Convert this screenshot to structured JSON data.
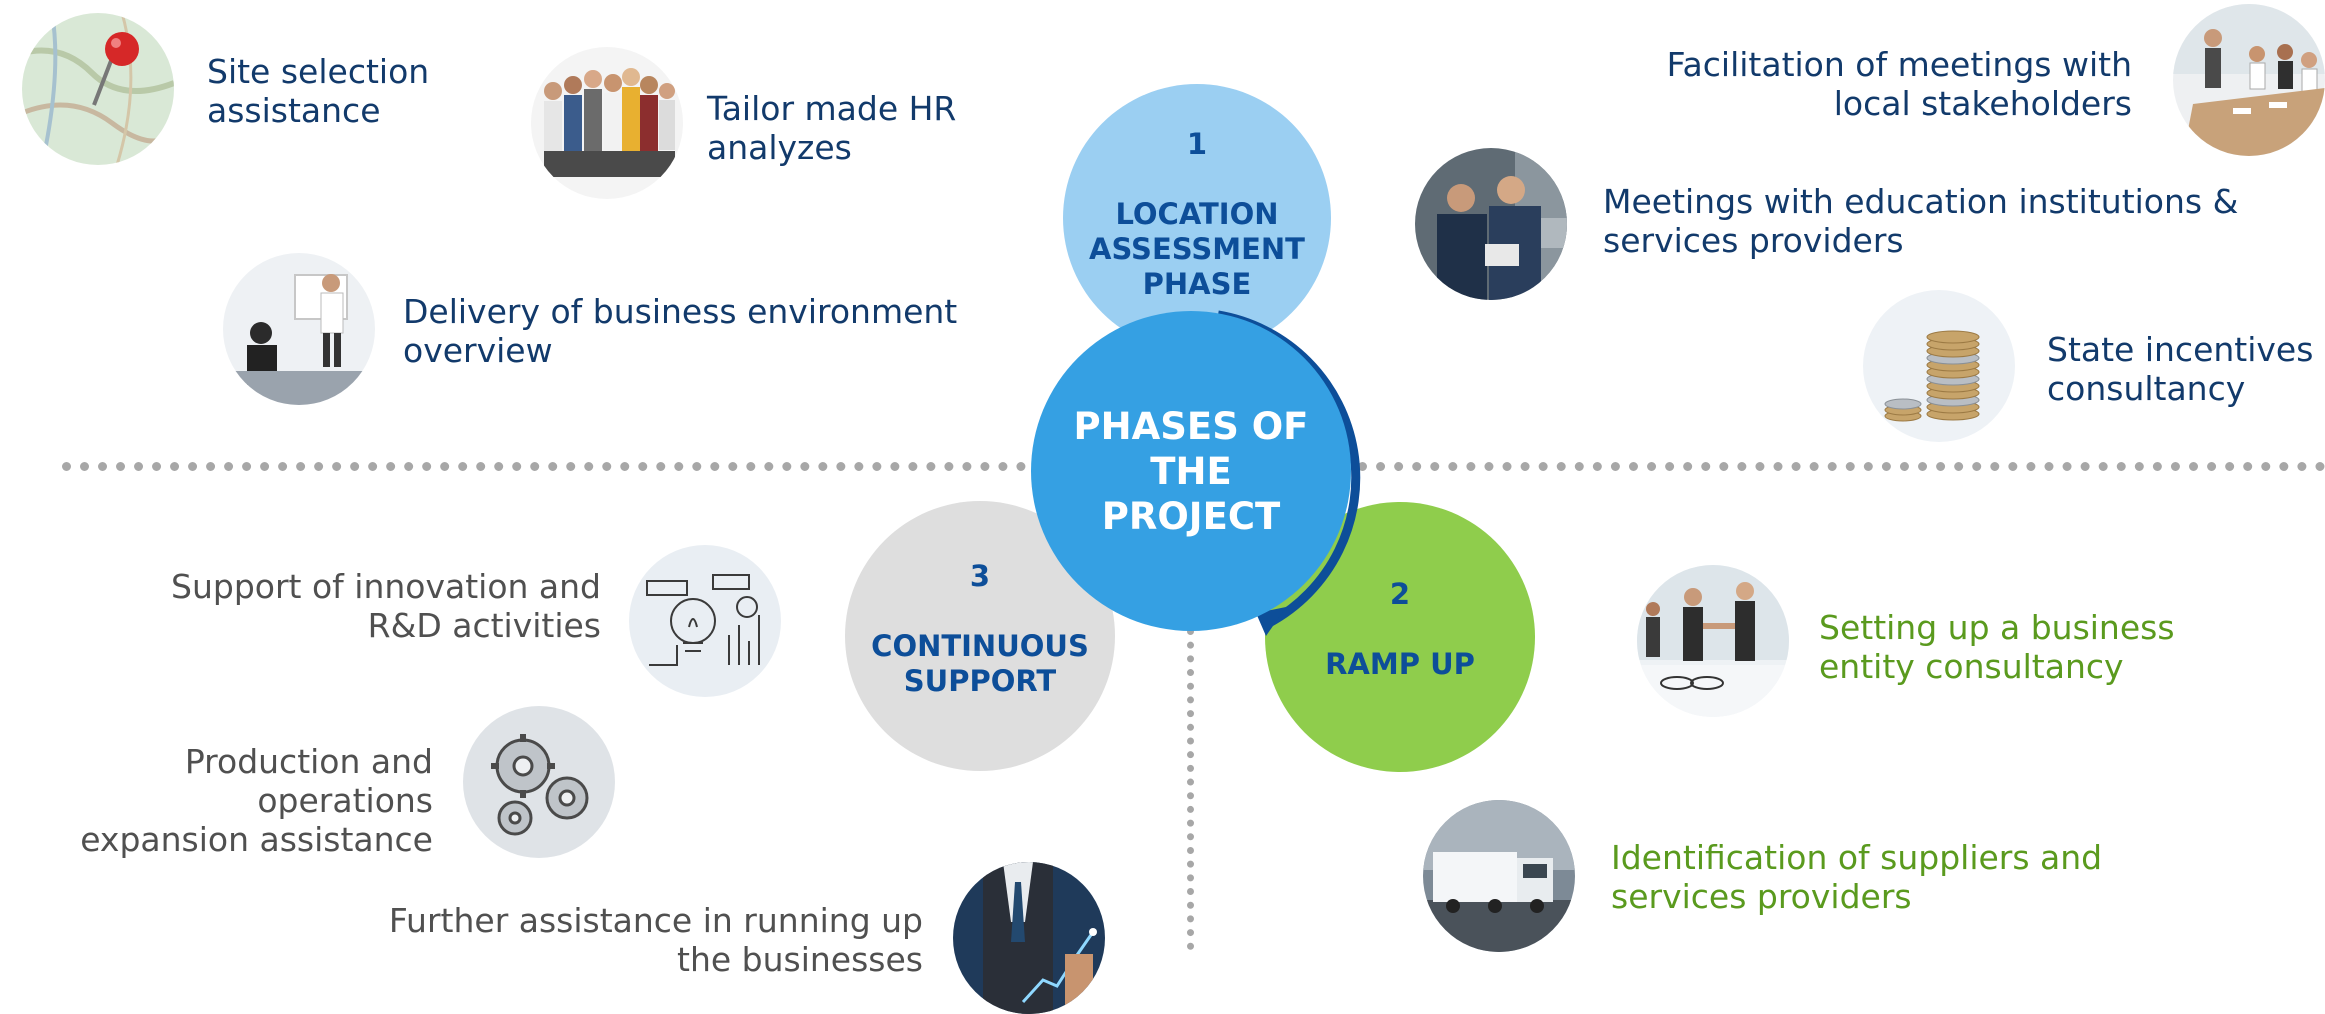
{
  "center": {
    "label": "PHASES OF\nTHE\nPROJECT"
  },
  "phases": [
    {
      "number": "1",
      "label": "LOCATION\nASSESSMENT\nPHASE"
    },
    {
      "number": "2",
      "label": "RAMP UP"
    },
    {
      "number": "3",
      "label": "CONTINUOUS\nSUPPORT"
    }
  ],
  "phase1_items": [
    {
      "text": "Site selection\nassistance",
      "icon": "map-pin-icon"
    },
    {
      "text": "Tailor made HR\nanalyzes",
      "icon": "workers-group-icon"
    },
    {
      "text": "Delivery of business environment\noverview",
      "icon": "presentation-icon"
    },
    {
      "text": "Facilitation of meetings with\nlocal stakeholders",
      "icon": "boardroom-meeting-icon"
    },
    {
      "text": "Meetings with education institutions &\nservices providers",
      "icon": "engineers-meeting-icon"
    },
    {
      "text": "State incentives\nconsultancy",
      "icon": "coins-stack-icon"
    }
  ],
  "phase2_items": [
    {
      "text": "Setting up a business\nentity consultancy",
      "icon": "handshake-icon"
    },
    {
      "text": "Identification of suppliers and\nservices providers",
      "icon": "truck-icon"
    }
  ],
  "phase3_items": [
    {
      "text": "Support of innovation and\nR&D activities",
      "icon": "lightbulb-sketch-icon"
    },
    {
      "text": "Production and operations\nexpansion assistance",
      "icon": "gears-icon"
    },
    {
      "text": "Further assistance in running up\nthe businesses",
      "icon": "growth-chart-icon"
    }
  ],
  "colors": {
    "center": "#35a0e3",
    "phase1": "#9bcff2",
    "phase2": "#8fcd4c",
    "phase3": "#dedede",
    "text_blue": "#123a6b",
    "text_grey": "#505050",
    "text_green": "#5a9a1e",
    "divider": "#a7a7a7"
  }
}
